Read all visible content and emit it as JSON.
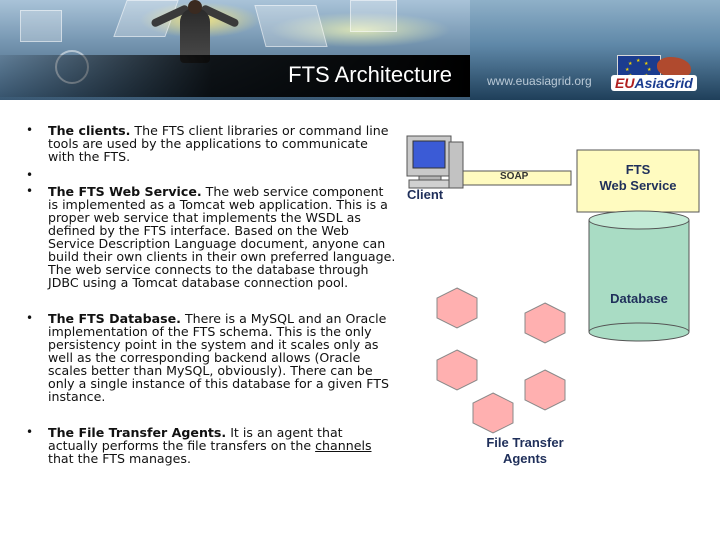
{
  "header": {
    "title": "FTS Architecture",
    "url": "www.euasiagrid.org",
    "logo": "EUAsiaGrid"
  },
  "bullets": [
    {
      "bold": "The clients.",
      "text": " The FTS client libraries or command line tools are used by the applications to communicate with the FTS."
    },
    {
      "bold": "",
      "text": ""
    },
    {
      "bold": "The FTS Web Service.",
      "text": " The web service component is implemented as a Tomcat web application. This is a proper web service that implements the WSDL as defined by the FTS interface. Based on the Web Service Description Language document, anyone can build their own clients in their own preferred language. The web service connects to the database through JDBC using a Tomcat database connection pool."
    },
    {
      "bold": "The FTS Database.",
      "text": " There is a MySQL and an Oracle implementation of the FTS schema. This is the only persistency point in the system and it scales only as well as the corresponding backend allows (Oracle scales better than MySQL, obviously). There can be only a single instance of this database for a given FTS instance."
    },
    {
      "bold": "The File Transfer Agents.",
      "text": " It is an agent that actually performs the file transfers on the ",
      "link": "channels ",
      "tail": "that the FTS manages."
    }
  ],
  "diagram": {
    "client_label": "Client",
    "soap_label": "SOAP",
    "service_label_line1": "FTS",
    "service_label_line2": "Web Service",
    "database_label": "Database",
    "agents_label_line1": "File Transfer",
    "agents_label_line2": "Agents"
  },
  "colors": {
    "service_box": "#fffbc0",
    "database": "#a9dcc4",
    "agents": "#ffb0b0",
    "soap_bar": "#fffbc0"
  }
}
